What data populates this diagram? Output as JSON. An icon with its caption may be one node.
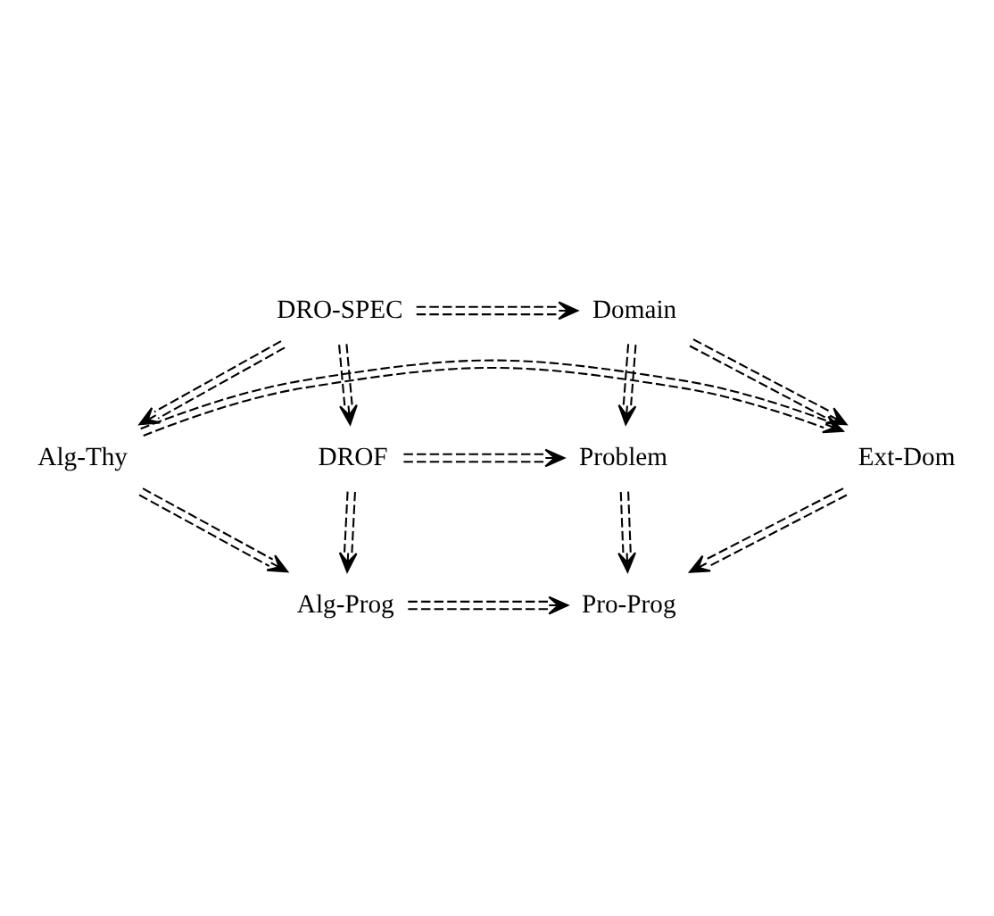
{
  "diagram": {
    "nodes": [
      {
        "text": [
          "DRO-SPEC"
        ]
      },
      {
        "text": [
          "Domain"
        ]
      },
      {
        "text": [
          "DROF"
        ]
      },
      {
        "text": [
          "Problem"
        ]
      },
      {
        "text": [
          "Alg-Thy"
        ]
      },
      {
        "text": [
          "Ext-Dom"
        ]
      },
      {
        "text": [
          "Alg-Prog"
        ]
      },
      {
        "text": [
          "Pro-Prog"
        ]
      }
    ],
    "edges": [
      {
        "from": 0,
        "to": 1,
        "arrow": "to",
        "style": "dashed"
      },
      {
        "from": 0,
        "to": 2,
        "arrow": "to",
        "style": "dashed"
      },
      {
        "from": 0,
        "to": 4,
        "arrow": "to",
        "style": "dashed"
      },
      {
        "from": 1,
        "to": 3,
        "arrow": "to",
        "style": "dashed"
      },
      {
        "from": 1,
        "to": 5,
        "arrow": "to",
        "style": "dashed"
      },
      {
        "from": 2,
        "to": 3,
        "arrow": "to",
        "style": "dashed"
      },
      {
        "from": 2,
        "to": 6,
        "arrow": "to",
        "style": "dashed"
      },
      {
        "from": 3,
        "to": 7,
        "arrow": "to",
        "style": "dashed"
      },
      {
        "from": 4,
        "to": 5,
        "arrow": "to",
        "style": "dashed"
      },
      {
        "from": 4,
        "to": 6,
        "arrow": "to",
        "style": "dashed"
      },
      {
        "from": 5,
        "to": 7,
        "arrow": "to",
        "style": "dashed"
      },
      {
        "from": 6,
        "to": 7,
        "arrow": "to",
        "style": "dashed"
      }
    ]
  }
}
